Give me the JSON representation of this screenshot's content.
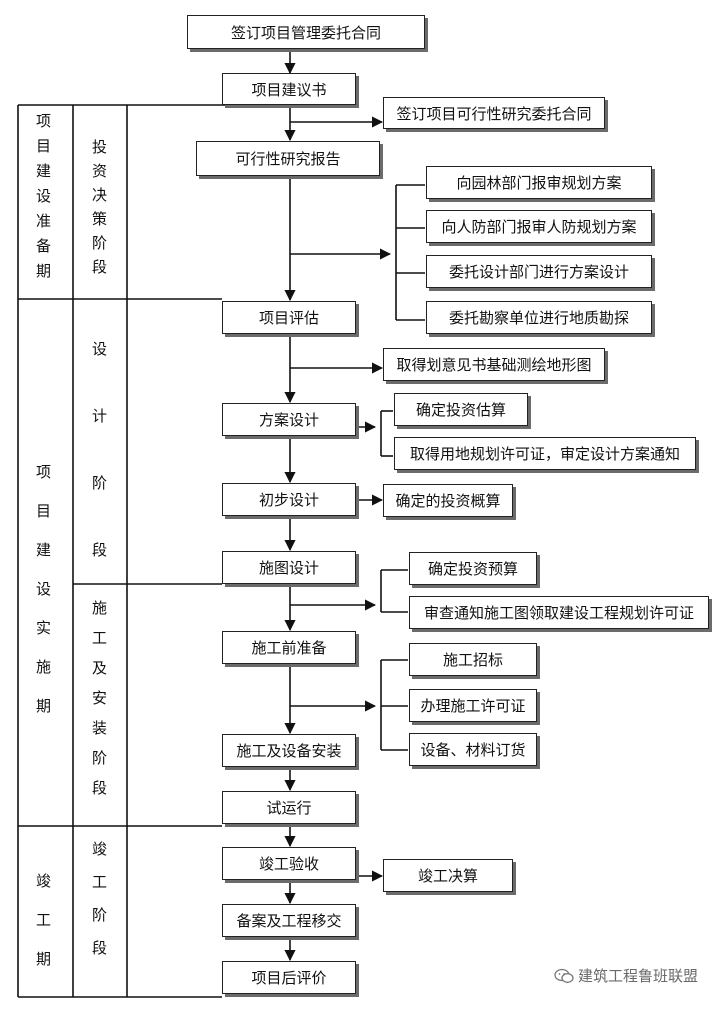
{
  "main_flow": [
    "签订项目管理委托合同",
    "项目建议书",
    "可行性研究报告",
    "项目评估",
    "方案设计",
    "初步设计",
    "施图设计",
    "施工前准备",
    "施工及设备安装",
    "试运行",
    "竣工验收",
    "备案及工程移交",
    "项目后评价"
  ],
  "side_boxes": {
    "feasibility_contract": "签订项目可行性研究委托合同",
    "garden_plan": "向园林部门报审规划方案",
    "civil_defense_plan": "向人防部门报审人防规划方案",
    "design_unit": "委托设计部门进行方案设计",
    "survey_unit": "委托勘察单位进行地质勘探",
    "planning_opinion": "取得划意见书基础测绘地形图",
    "investment_estimate": "确定投资估算",
    "land_permit": "取得用地规划许可证，审定设计方案通知",
    "investment_approx": "确定的投资概算",
    "investment_budget": "确定投资预算",
    "construction_permit_review": "审查通知施工图领取建设工程规划许可证",
    "bidding": "施工招标",
    "work_permit": "办理施工许可证",
    "materials": "设备、材料订货",
    "final_accounts": "竣工决算"
  },
  "periods": [
    "项目建设准备期",
    "项目建设实施期",
    "竣工期"
  ],
  "stages": [
    "投资决策阶段",
    "设计阶段",
    "施工及安装阶段",
    "竣工阶段"
  ],
  "watermark": "建筑工程鲁班联盟",
  "watermark_icon": "wechat-icon"
}
